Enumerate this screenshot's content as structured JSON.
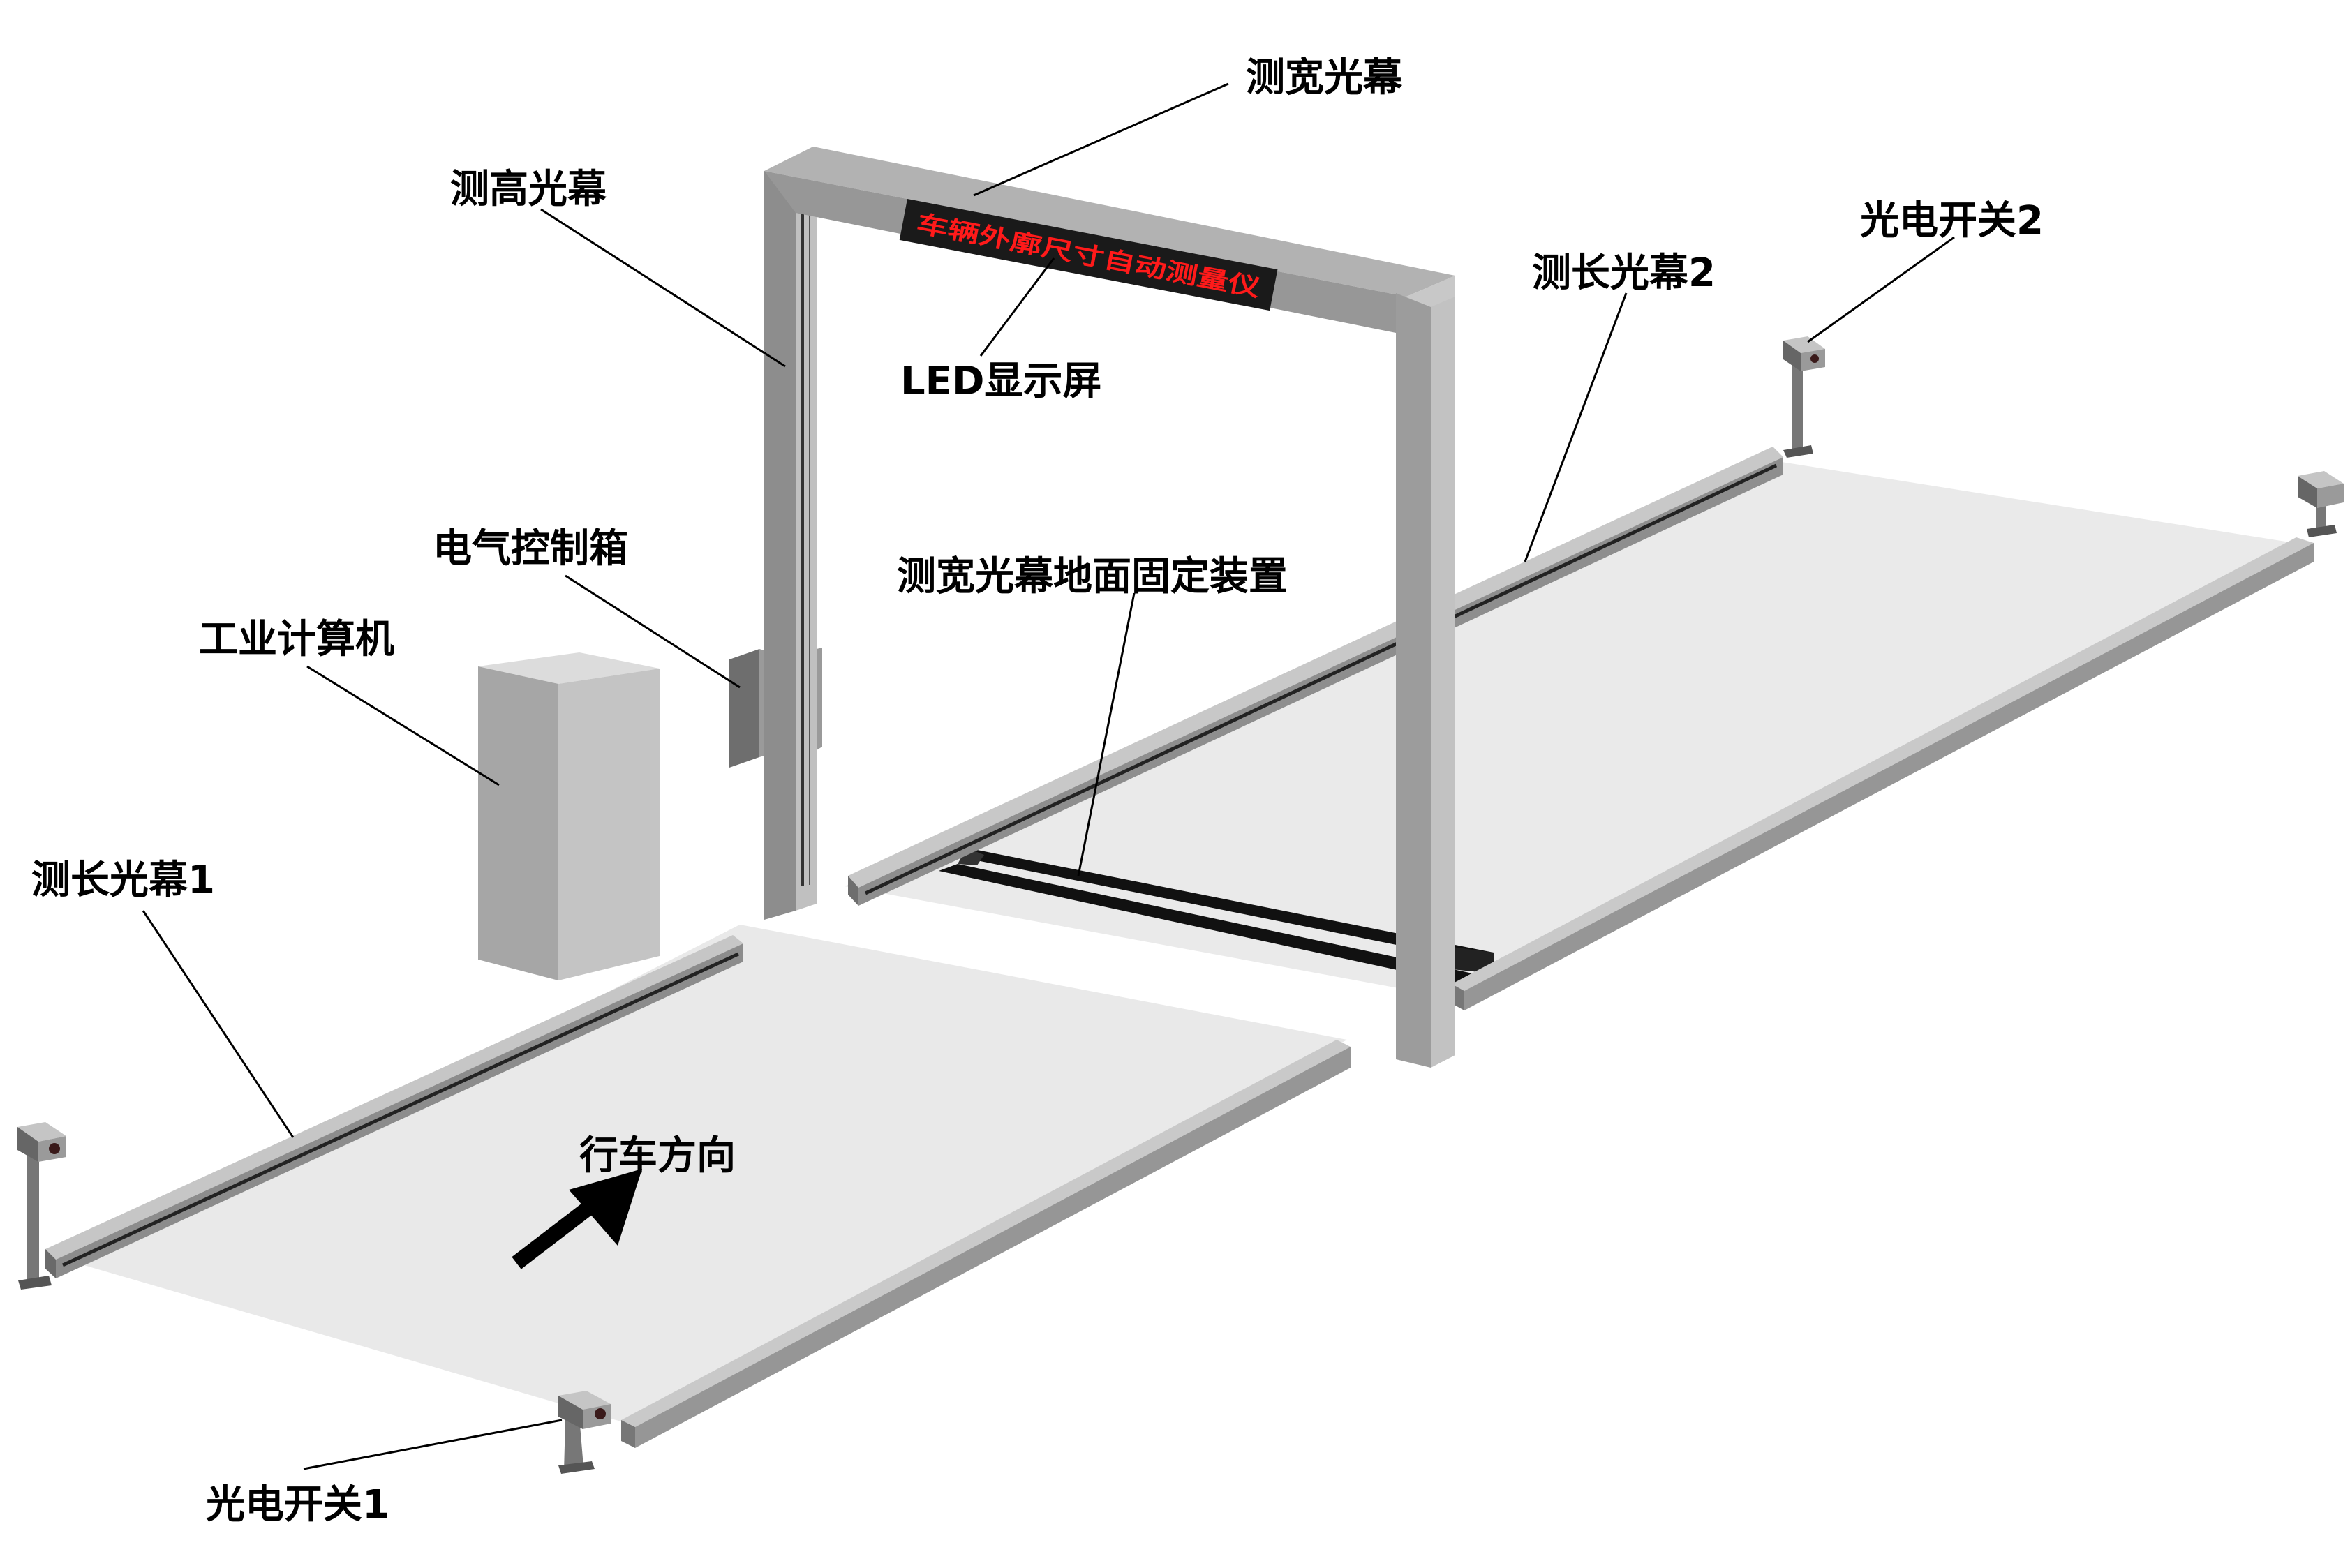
{
  "labels": {
    "width_curtain": "测宽光幕",
    "height_curtain": "测高光幕",
    "led_screen": "LED显示屏",
    "photo_switch_2": "光电开关2",
    "length_curtain_2": "测长光幕2",
    "control_box": "电气控制箱",
    "width_fixture": "测宽光幕地面固定装置",
    "industrial_pc": "工业计算机",
    "length_curtain_1": "测长光幕1",
    "direction": "行车方向",
    "photo_switch_1": "光电开关1"
  },
  "led_text": "车辆外廓尺寸自动测量仪",
  "colors": {
    "led_text": "#ff1a1a",
    "led_bg": "#1a1a1a",
    "frame_light": "#b4b4b4",
    "frame_mid": "#9a9a9a",
    "frame_dark": "#7a7a7a",
    "floor": "#e9e9e9"
  }
}
